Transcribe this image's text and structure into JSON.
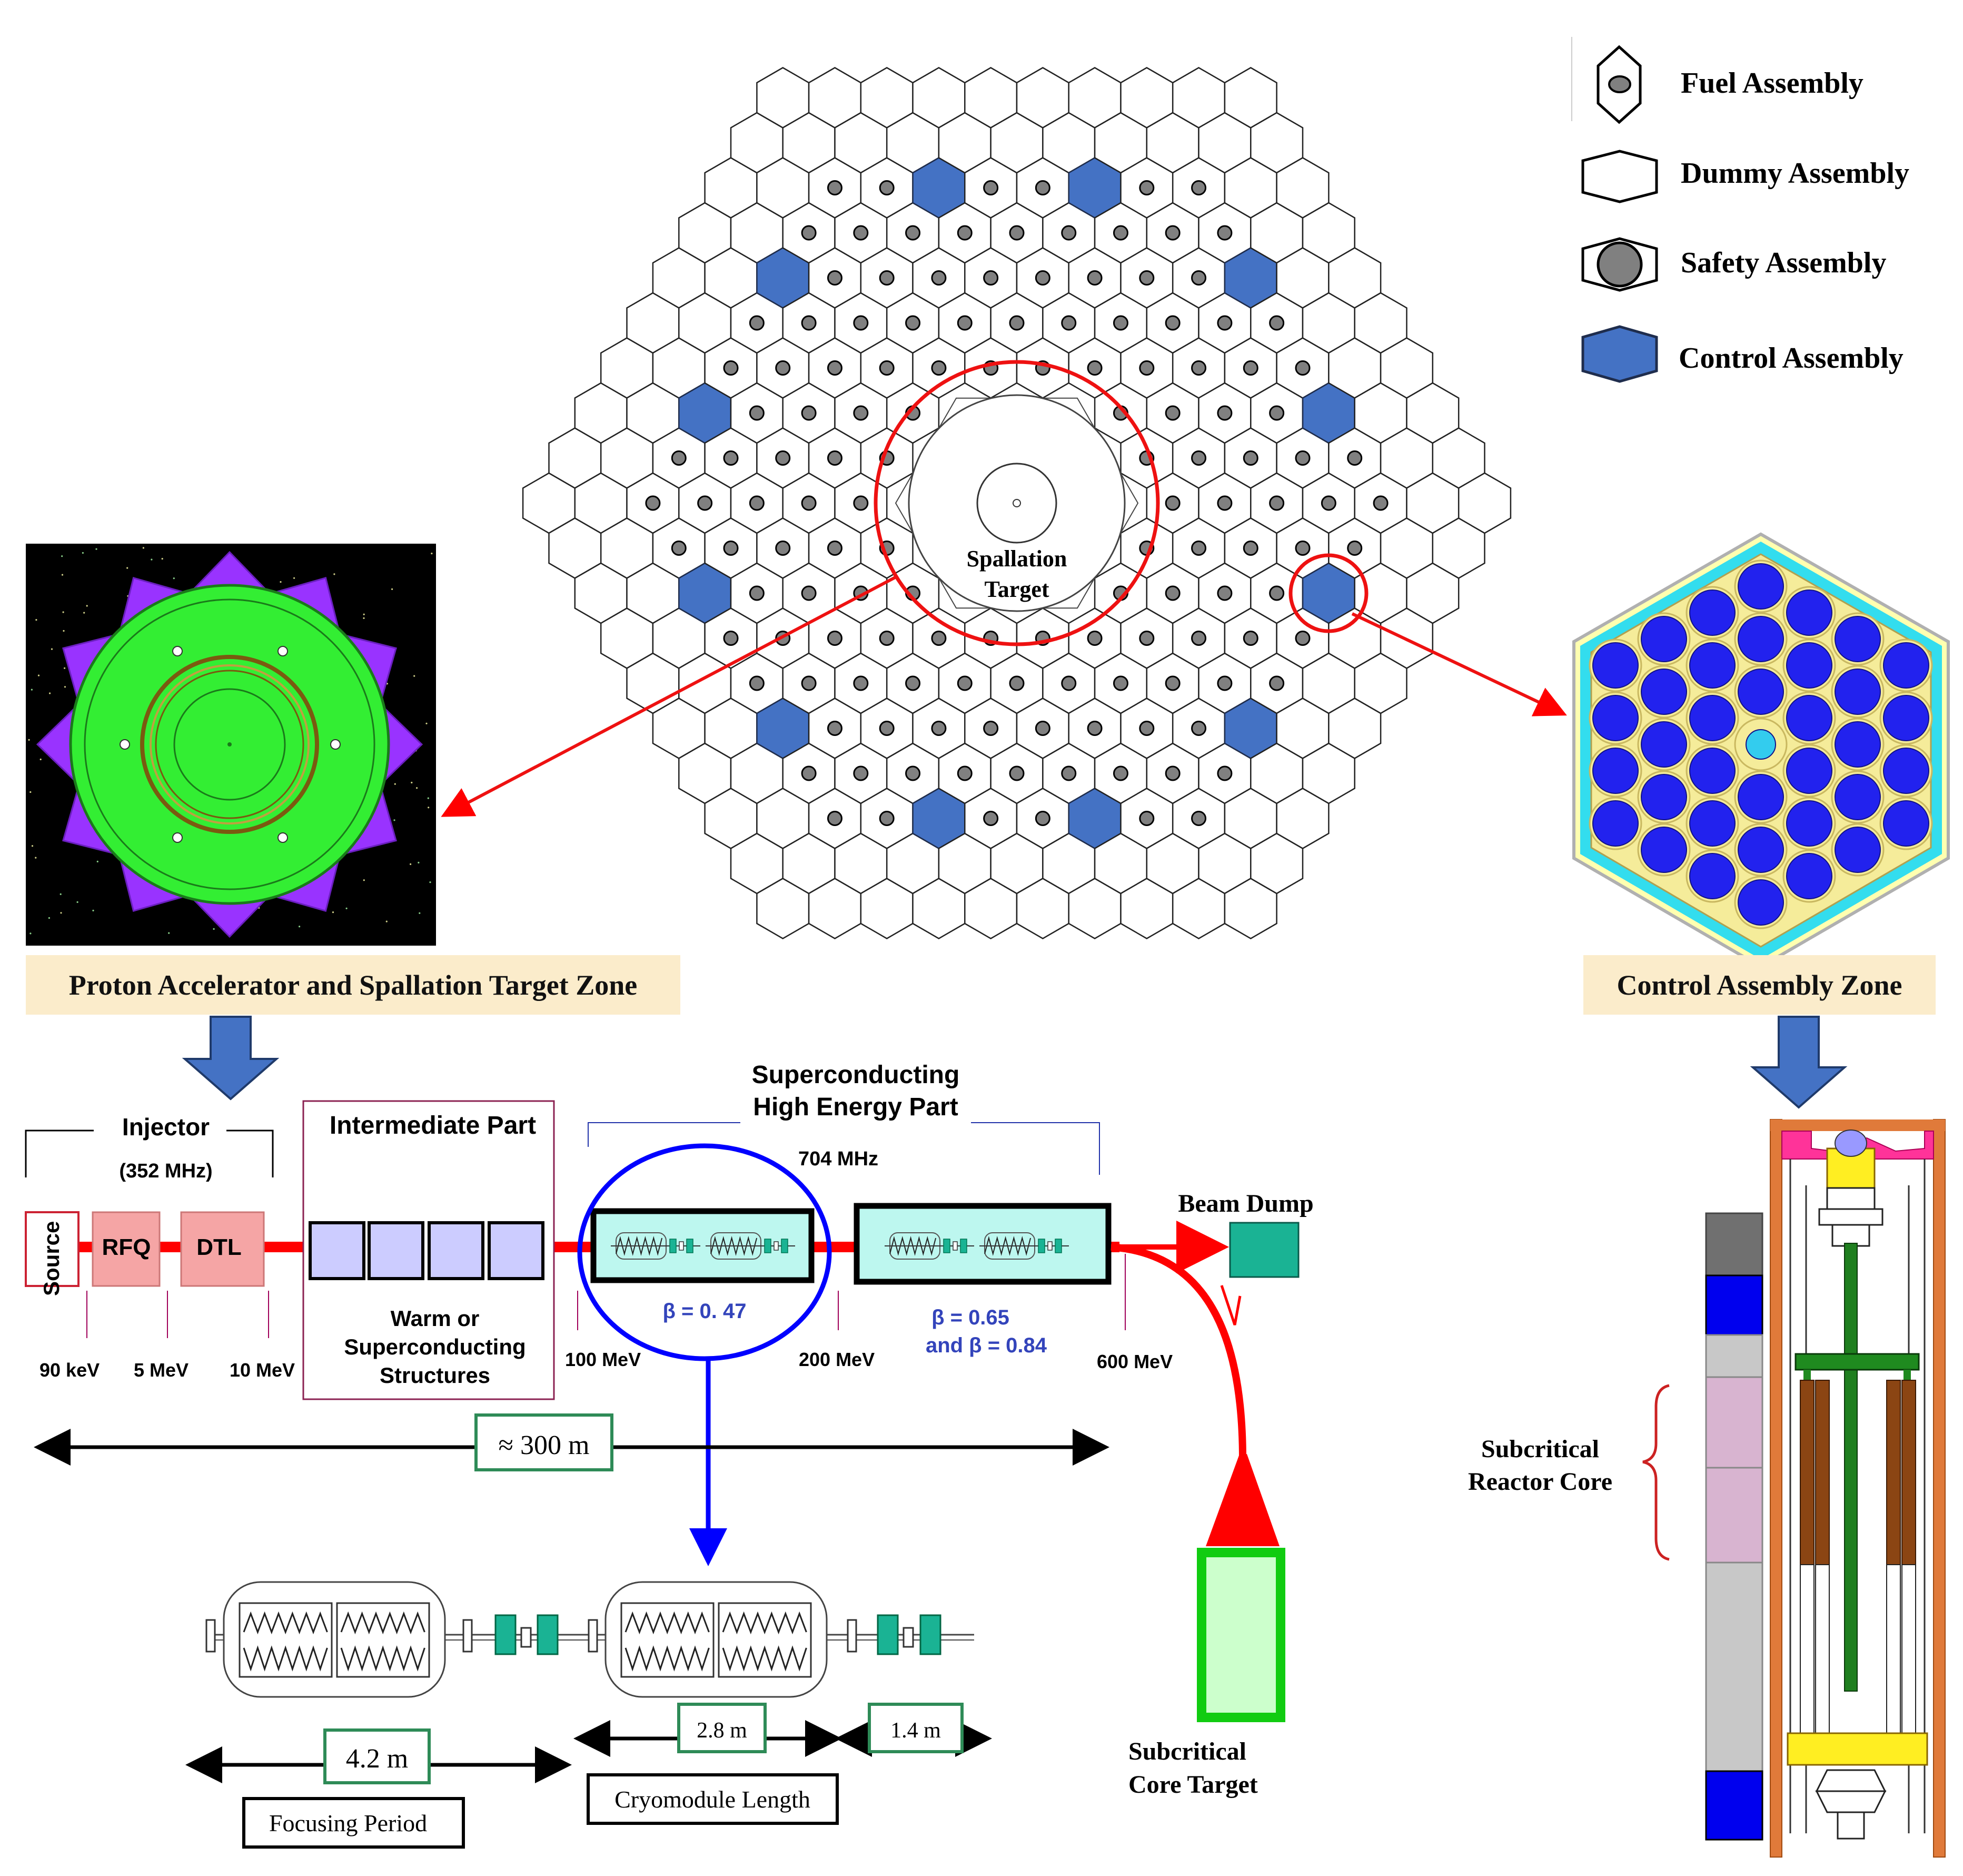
{
  "legend": {
    "fuel": "Fuel Assembly",
    "dummy": "Dummy Assembly",
    "safety": "Safety Assembly",
    "control": "Control Assembly"
  },
  "core": {
    "target_label_1": "Spallation",
    "target_label_2": "Target"
  },
  "zones": {
    "proton": "Proton Accelerator and Spallation Target Zone",
    "control": "Control Assembly Zone"
  },
  "linac": {
    "injector": "Injector",
    "injector_freq": "(352 MHz)",
    "source": "Source",
    "rfq": "RFQ",
    "dtl": "DTL",
    "intermediate": "Intermediate Part",
    "warm_1": "Warm or",
    "warm_2": "Superconducting",
    "warm_3": "Structures",
    "sc_1": "Superconducting",
    "sc_2": "High Energy Part",
    "sc_freq": "704 MHz",
    "beta1": "β = 0. 47",
    "beta2": "β = 0.65",
    "beta3": "and β = 0.84",
    "beam_dump": "Beam Dump",
    "e_90kev": "90 keV",
    "e_5mev": "5 MeV",
    "e_10mev": "10 MeV",
    "e_100mev": "100 MeV",
    "e_200mev": "200 MeV",
    "e_600mev": "600 MeV",
    "length": "≈ 300 m"
  },
  "cryo": {
    "focus_len": "4.2 m",
    "cryo_len": "2.8 m",
    "gap_len": "1.4 m",
    "focus_label": "Focusing Period",
    "cryo_label": "Cryomodule Length"
  },
  "target": {
    "label_1": "Subcritical",
    "label_2": "Core Target"
  },
  "reactor": {
    "label_1": "Subcritical",
    "label_2": "Reactor Core"
  },
  "colors": {
    "control_blue": "#4472c4",
    "beam_red": "#ff0000",
    "teal": "#1ab394",
    "purple": "#9933ff",
    "green": "#33ff33"
  }
}
